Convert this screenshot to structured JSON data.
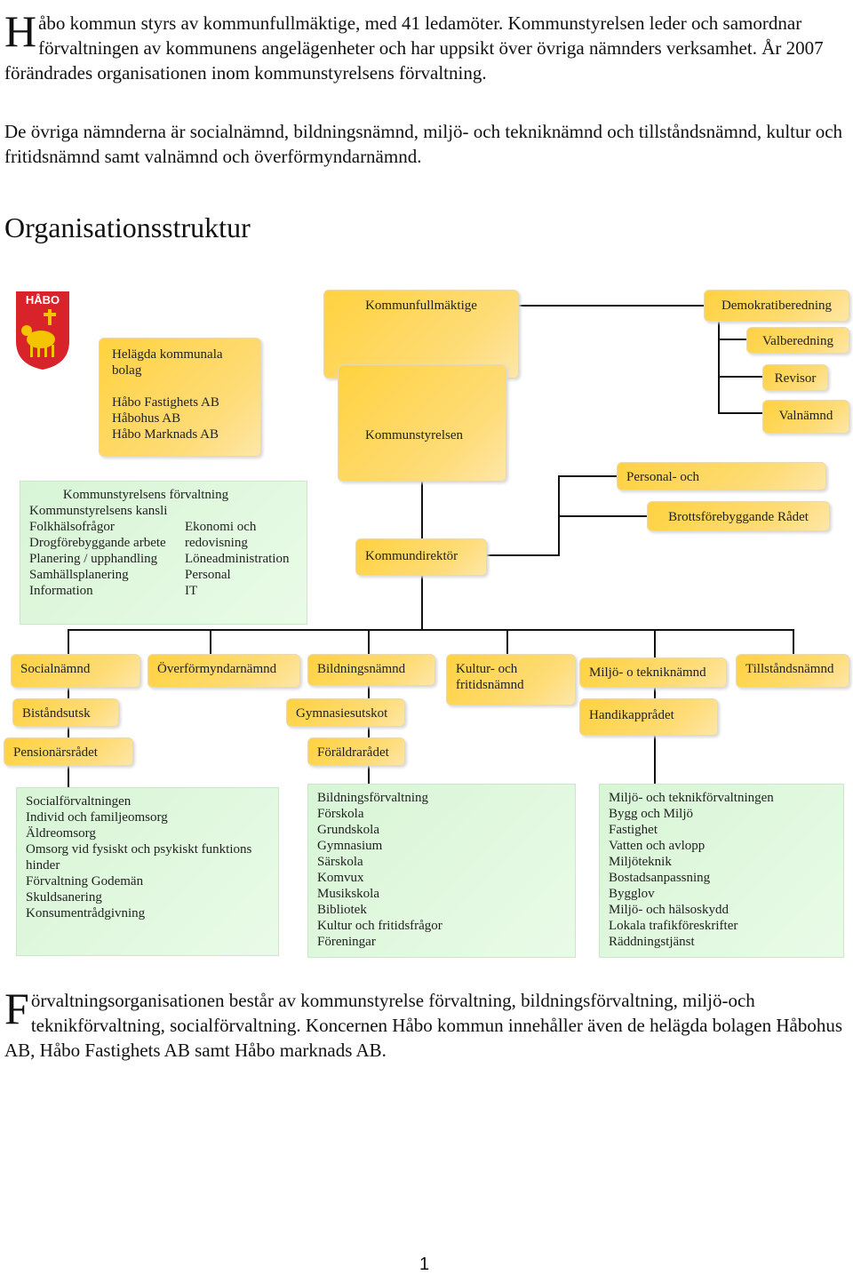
{
  "intro": {
    "p1_initial": "H",
    "p1_rest": "åbo kommun styrs av kommunfullmäktige, med 41 ledamöter. Kommunstyrelsen leder och samordnar förvaltningen av kommunens angelägenheter och har uppsikt över övriga nämnders verksamhet. År 2007 förändrades organisationen inom kommunstyrelsens förvaltning.",
    "p2": "De övriga nämnderna är socialnämnd, bildningsnämnd, miljö- och tekniknämnd och tillståndsnämnd, kultur och fritidsnämnd samt valnämnd och överförmyndarnämnd."
  },
  "heading": "Organisationsstruktur",
  "logo": {
    "text": "HÅBO",
    "colors": {
      "shield": "#d8232a",
      "lamb": "#f4c400"
    }
  },
  "chart": {
    "bolag": {
      "title": "Helägda kommunala bolag",
      "items": [
        "Håbo Fastighets AB",
        "Håbohus AB",
        "Håbo Marknads AB"
      ]
    },
    "kommunfullmaktige": "Kommunfullmäktige",
    "kommunstyrelsen": "Kommunstyrelsen",
    "kommundirektor": "Kommundirektör",
    "right": {
      "demokrati": "Demokratiberedning",
      "valberedning": "Valberedning",
      "revisor": "Revisor",
      "valnamnd": "Valnämnd",
      "personal": "Personal- och",
      "brott": "Brottsförebyggande Rådet"
    },
    "ks_forvaltning": {
      "title": "Kommunstyrelsens förvaltning",
      "left": [
        "Kommunstyrelsens kansli",
        "Folkhälsofrågor",
        "Drogförebyggande arbete",
        "Planering / upphandling",
        "Samhällsplanering",
        "Information"
      ],
      "right": [
        "Ekonomi och",
        "redovisning",
        "Löneadministration",
        "Personal",
        "IT"
      ]
    },
    "namnder": {
      "social": "Socialnämnd",
      "overformyndar": "Överförmyndarnämnd",
      "bildning": "Bildningsnämnd",
      "kultur": "Kultur- och fritidsnämnd",
      "miljo": "Miljö- o tekniknämnd",
      "tillstand": "Tillståndsnämnd",
      "bistand": "Biståndsutsk",
      "pensionar": "Pensionärsrådet",
      "gymnasie": "Gymnasiesutskot",
      "foraldra": "Föräldrarådet",
      "handikapp": "Handikapprådet"
    },
    "forvaltningar": {
      "social": [
        "Socialförvaltningen",
        "Individ och familjeomsorg",
        "Äldreomsorg",
        "Omsorg vid fysiskt och psykiskt funktions",
        "hinder",
        "Förvaltning Godemän",
        "Skuldsanering",
        "Konsumentrådgivning"
      ],
      "bildning": [
        "Bildningsförvaltning",
        "Förskola",
        "Grundskola",
        "Gymnasium",
        "Särskola",
        "Komvux",
        "Musikskola",
        "Bibliotek",
        "Kultur och fritidsfrågor",
        "Föreningar"
      ],
      "miljo": [
        "Miljö- och teknikförvaltningen",
        "Bygg och Miljö",
        "Fastighet",
        "Vatten och avlopp",
        "Miljöteknik",
        "Bostadsanpassning",
        "Bygglov",
        "Miljö- och hälsoskydd",
        "Lokala trafikföreskrifter",
        "Räddningstjänst"
      ]
    }
  },
  "outro": {
    "initial": "F",
    "rest": "örvaltningsorganisationen består av kommunstyrelse förvaltning, bildningsförvaltning, miljö-och teknikförvaltning, socialförvaltning. Koncernen Håbo kommun innehåller även de helägda bolagen Håbohus AB, Håbo Fastighets AB samt Håbo marknads AB."
  },
  "page_number": "1"
}
